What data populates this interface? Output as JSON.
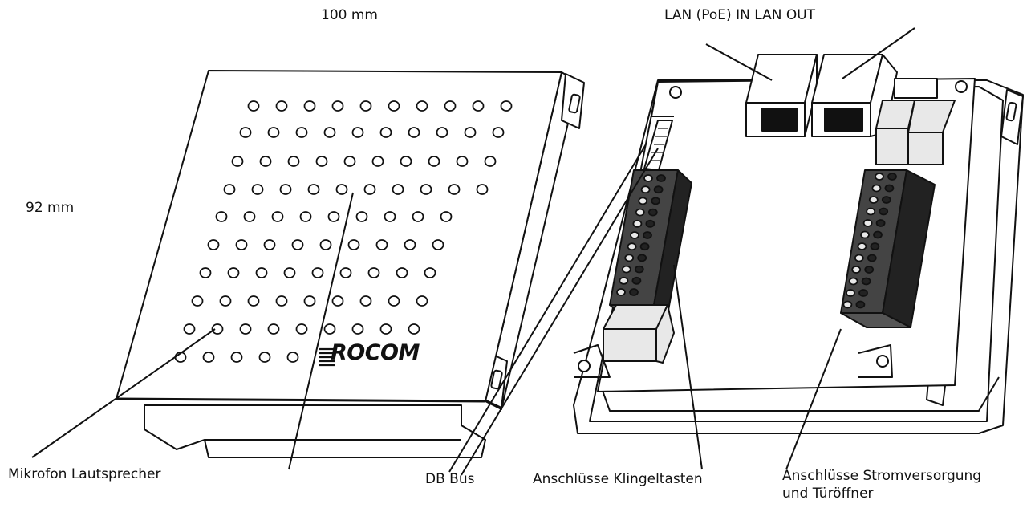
{
  "labels": {
    "width": "100 mm",
    "height": "92 mm",
    "lan": "LAN (PoE) IN LAN OUT",
    "mic_speaker": "Mikrofon Lautsprecher",
    "db_bus": "DB Bus",
    "bell_buttons": "Anschlüsse Klingeltasten",
    "power_line1": "Anschlüsse Stromversorgung",
    "power_line2": "und Türöffner"
  },
  "logo": {
    "text": "ROCOM"
  },
  "colors": {
    "line": "#111111",
    "dark": "#333333",
    "light": "#e8e8e8",
    "paper": "#ffffff"
  }
}
